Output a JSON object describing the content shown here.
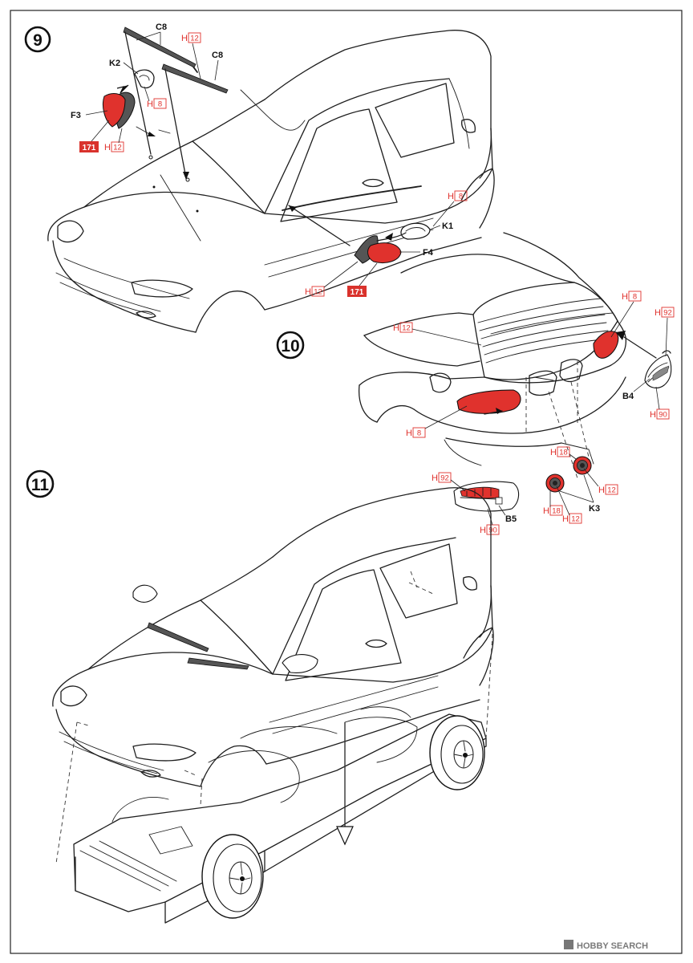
{
  "steps": [
    {
      "number": "9"
    },
    {
      "number": "10"
    },
    {
      "number": "11"
    }
  ],
  "parts": {
    "c8_a": "C8",
    "c8_b": "C8",
    "k2": "K2",
    "f3": "F3",
    "k1": "K1",
    "f4": "F4",
    "b4": "B4",
    "b5": "B5",
    "k3": "K3"
  },
  "paint_prefix": "H",
  "paints": {
    "wiper_c8": "12",
    "mirror_k2": "8",
    "mirror_f3": "12",
    "mirror_k1": "8",
    "mirror_f4": "12",
    "window_rear": "12",
    "taillight_r_top": "8",
    "taillight_r_b4_top": "92",
    "taillight_r_b4_bottom": "90",
    "taillight_l": "8",
    "lens_b5_top": "92",
    "lens_b5_bottom": "90",
    "exhaust_outer_1": "18",
    "exhaust_inner_1": "12",
    "exhaust_outer_2": "18",
    "exhaust_inner_2": "12"
  },
  "decals": {
    "step9_left": "171",
    "step9_right": "171"
  },
  "watermark": "HOBBY SEARCH",
  "colors": {
    "accent_red": "#e0322d",
    "decal_red": "#d9322c",
    "ink": "#1e1e1e"
  }
}
